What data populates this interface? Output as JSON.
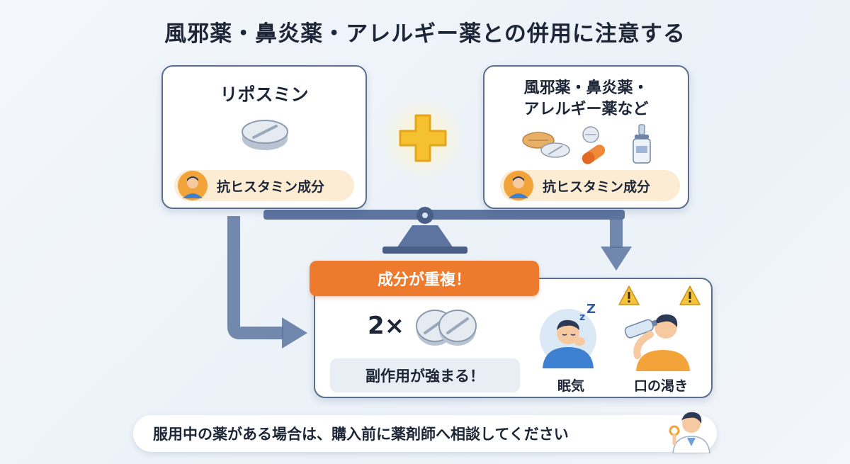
{
  "title": "風邪薬・鼻炎薬・アレルギー薬との併用に注意する",
  "left_card": {
    "title": "リポスミン",
    "component_label": "抗ヒスタミン成分"
  },
  "right_card": {
    "title_line1": "風邪薬・鼻炎薬・",
    "title_line2": "アレルギー薬など",
    "component_label": "抗ヒスタミン成分"
  },
  "result": {
    "banner": "成分が重複！",
    "multiplier": "2×",
    "side_effect": "副作用が強まる！",
    "effects": [
      {
        "label": "眠気",
        "icon": "sleepy-person-icon"
      },
      {
        "label": "口の渇き",
        "icon": "drinking-person-icon"
      }
    ]
  },
  "footer": {
    "text": "服用中の薬がある場合は、購入前に薬剤師へ相談してください"
  },
  "colors": {
    "accent_orange": "#ee7a2e",
    "card_border": "#5a6e8f",
    "arrow_blue": "#5d74a0",
    "pill_bg": "#fbecd3",
    "plus_yellow": "#f6c12e",
    "warning_yellow": "#f5c33b"
  }
}
